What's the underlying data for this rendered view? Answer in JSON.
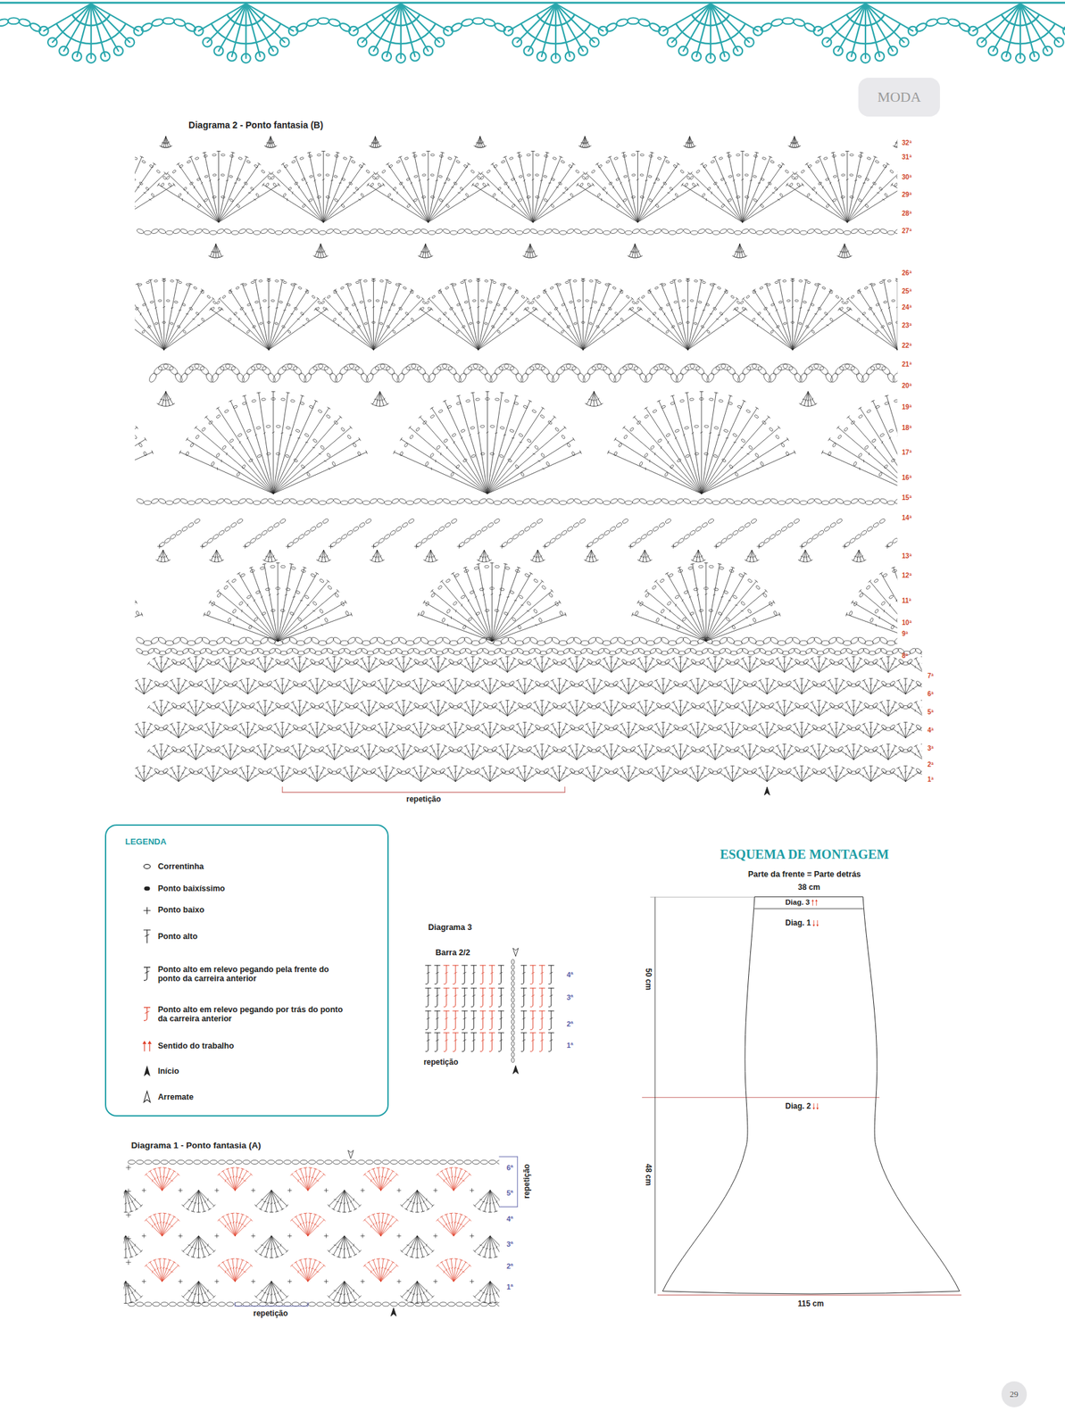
{
  "diagram": {
    "nodes": [
      {
        "text": [
          "MODA"
        ]
      },
      {
        "text": [
          "LEGENDA"
        ]
      },
      {
        "text": [
          "Diag. 3",
          "Diag. 1",
          "Diag. 2"
        ]
      },
      {
        "text": [
          "29"
        ]
      }
    ],
    "labels": [
      "Diagrama 2 - Ponto fantasia (B)",
      "32ª",
      "31ª",
      "30ª",
      "29ª",
      "28ª",
      "27ª",
      "26ª",
      "25ª",
      "24ª",
      "23ª",
      "22ª",
      "21ª",
      "20ª",
      "19ª",
      "18ª",
      "17ª",
      "16ª",
      "15ª",
      "14ª",
      "13ª",
      "12ª",
      "11ª",
      "10ª",
      "9ª",
      "8ª",
      "7ª",
      "6ª",
      "5ª",
      "4ª",
      "3ª",
      "2ª",
      "1ª",
      "repetição",
      "Diagrama 3",
      "Barra 2/2",
      "4ª",
      "3ª",
      "2ª",
      "1ª",
      "repetição",
      "ESQUEMA DE MONTAGEM",
      "Parte da frente = Parte detrás",
      "38 cm",
      "50 cm",
      "48 cm",
      "115 cm",
      "Diagrama 1 - Ponto fantasia (A)",
      "6ª",
      "5ª",
      "4ª",
      "3ª",
      "2ª",
      "1ª",
      "repetição",
      "repetição"
    ],
    "legend": [
      {
        "text": "Correntinha"
      },
      {
        "text": "Ponto baixíssimo"
      },
      {
        "text": "Ponto baixo"
      },
      {
        "text": "Ponto alto"
      },
      {
        "text": "Ponto alto em relevo pegando pela frente do ponto da carreira anterior"
      },
      {
        "text": "Ponto alto em relevo pegando por trás do ponto da carreira anterior"
      },
      {
        "text": "Sentido do trabalho"
      },
      {
        "text": "Início"
      },
      {
        "text": "Arremate"
      }
    ]
  }
}
